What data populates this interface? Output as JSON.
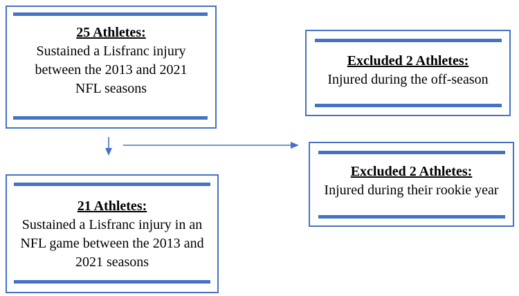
{
  "boxes": {
    "initial": {
      "title": "25 Athletes:",
      "lines": [
        "Sustained a Lisfranc injury",
        "between the 2013 and 2021",
        "NFL seasons"
      ]
    },
    "exclusion_1": {
      "title": "Excluded 2 Athletes:",
      "lines": [
        "Injured during the off-season"
      ]
    },
    "exclusion_2": {
      "title": "Excluded 2 Athletes:",
      "lines": [
        "Injured during their rookie year"
      ]
    },
    "final": {
      "title": "21 Athletes:",
      "lines": [
        "Sustained a Lisfranc injury in an",
        "NFL game between the 2013 and",
        "2021 seasons"
      ]
    }
  },
  "colors": {
    "accent": "#4472C4",
    "text": "#000000"
  }
}
